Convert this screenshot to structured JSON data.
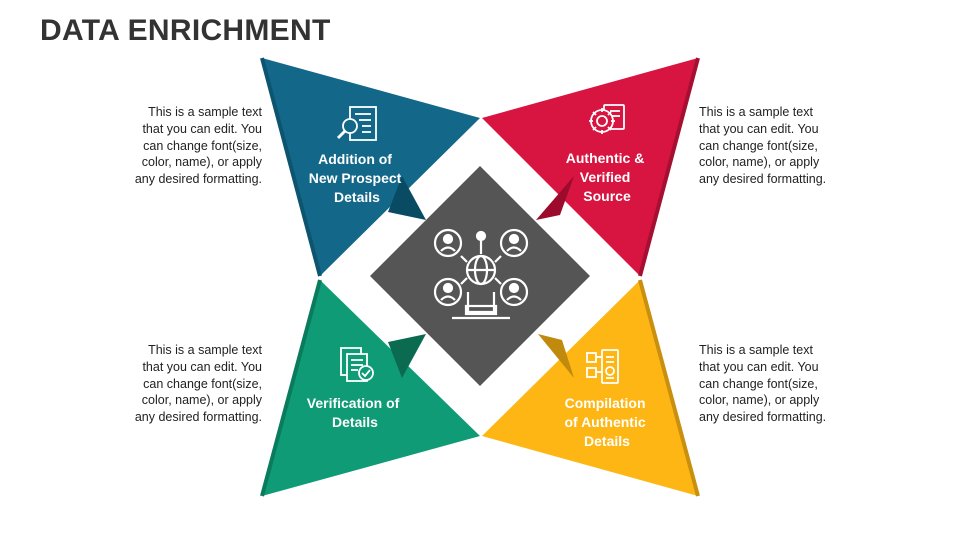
{
  "title": "DATA ENRICHMENT",
  "colors": {
    "blue": "#136889",
    "red": "#d81440",
    "green": "#0e9b76",
    "yellow": "#fdb614",
    "center": "#555555"
  },
  "center": {
    "icon": "network-people-icon"
  },
  "sections": [
    {
      "id": "top-left",
      "color": "blue",
      "icon": "document-search-icon",
      "label_lines": [
        "Addition of",
        "New Prospect",
        "Details"
      ],
      "description": [
        "This is a sample text",
        "that you can edit. You",
        "can change font(size,",
        "color, name), or apply",
        "any desired formatting."
      ]
    },
    {
      "id": "top-right",
      "color": "red",
      "icon": "gear-certificate-icon",
      "label_lines": [
        "Authentic &",
        "Verified",
        "Source"
      ],
      "description": [
        "This is a sample text",
        "that you can edit. You",
        "can change font(size,",
        "color, name), or apply",
        "any desired formatting."
      ]
    },
    {
      "id": "bottom-left",
      "color": "green",
      "icon": "document-check-icon",
      "label_lines": [
        "Verification of",
        "Details"
      ],
      "description": [
        "This is a sample text",
        "that you can edit. You",
        "can change font(size,",
        "color, name), or apply",
        "any desired formatting."
      ]
    },
    {
      "id": "bottom-right",
      "color": "yellow",
      "icon": "data-compilation-icon",
      "label_lines": [
        "Compilation",
        "of Authentic",
        "Details"
      ],
      "description": [
        "This is a sample text",
        "that you can edit. You",
        "can change font(size,",
        "color, name), or apply",
        "any desired formatting."
      ]
    }
  ]
}
